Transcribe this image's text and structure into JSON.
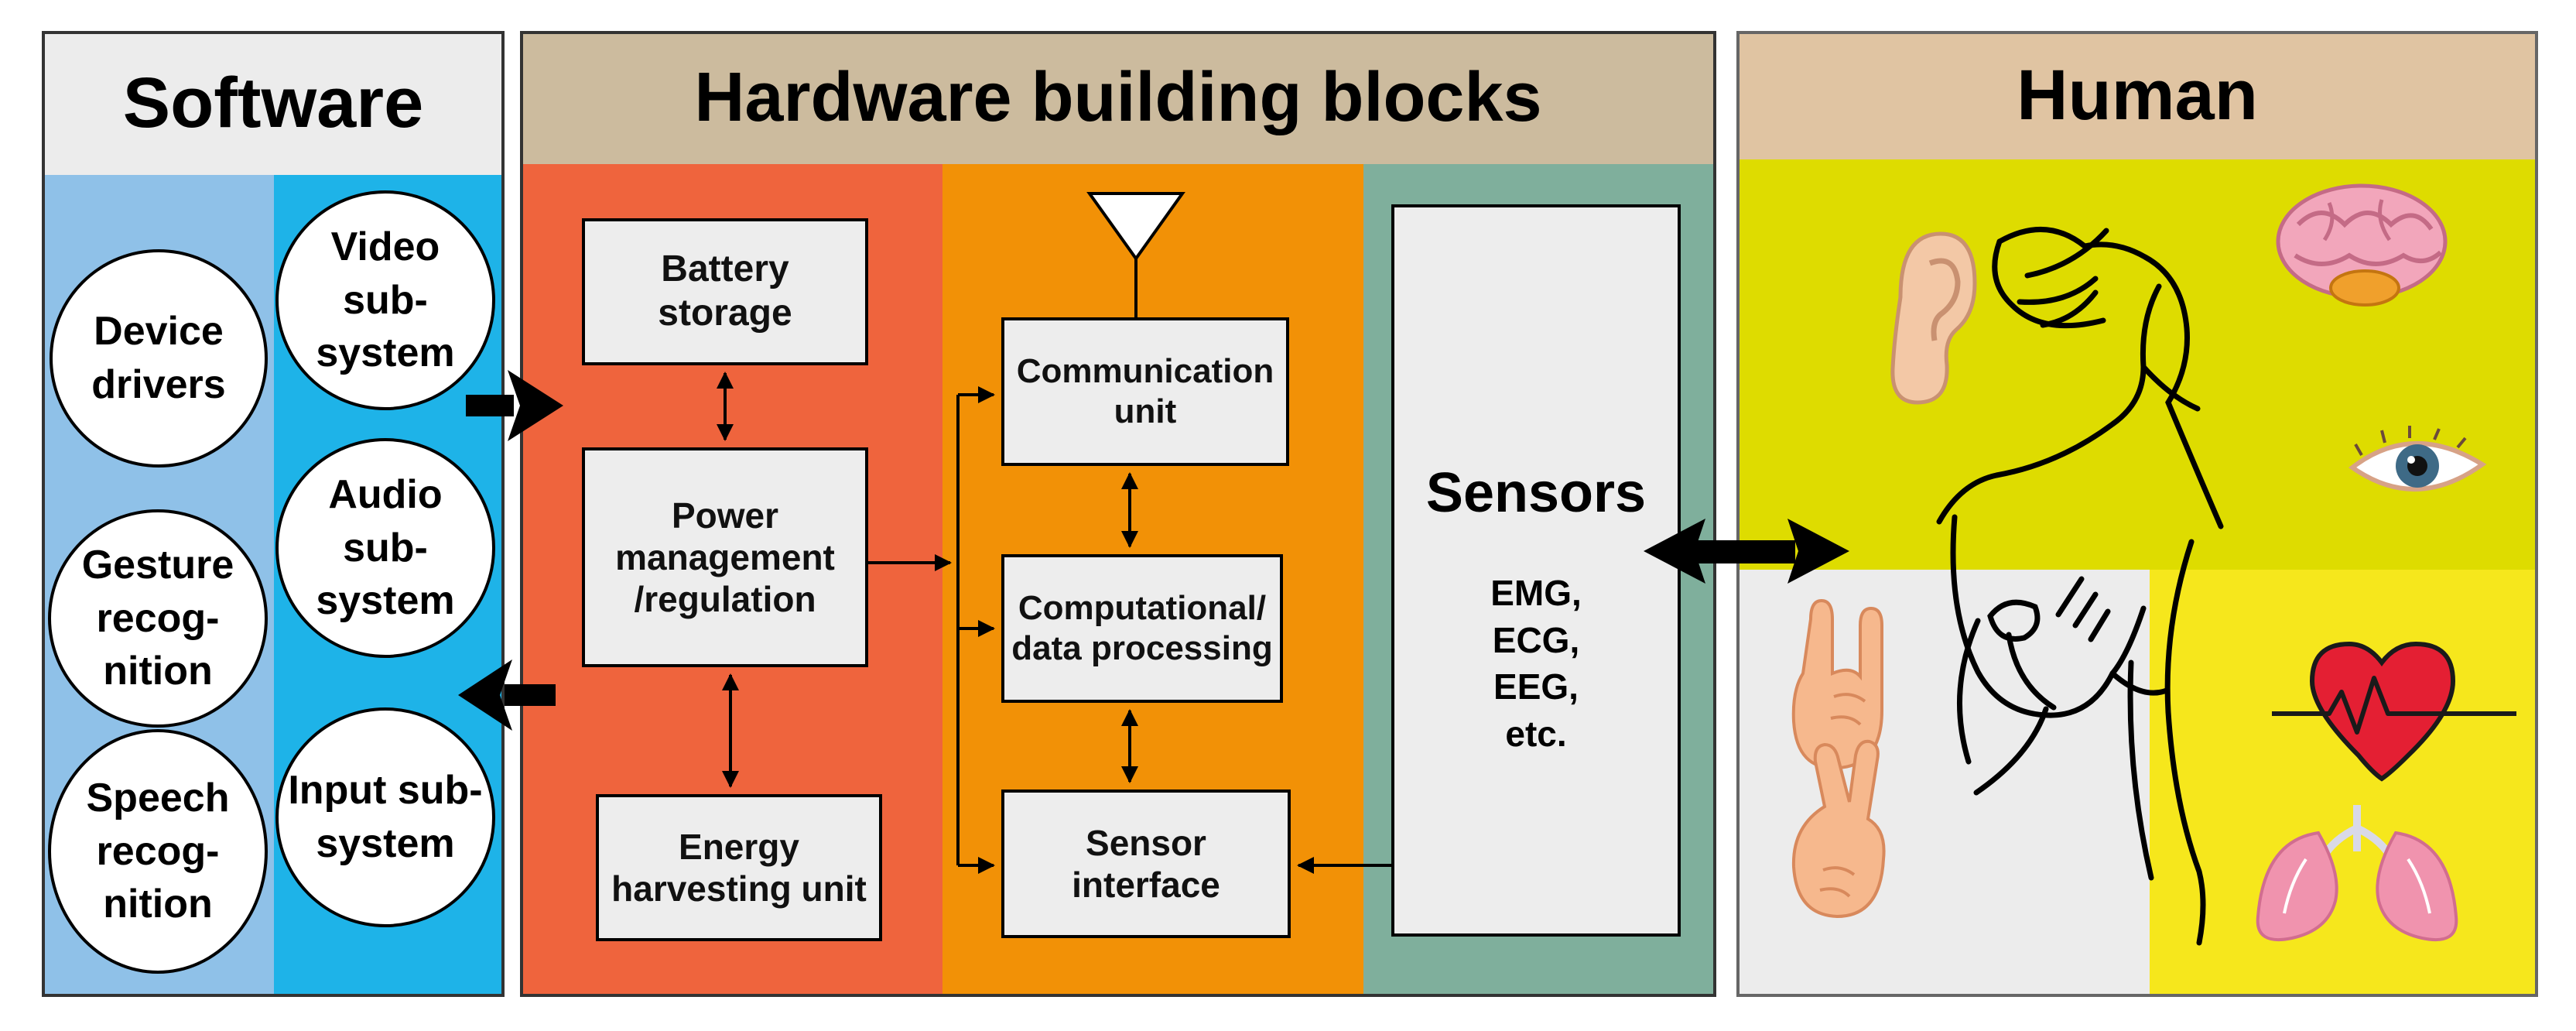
{
  "software": {
    "title": "Software",
    "device_drivers": "Device drivers",
    "gesture_recognition": "Gesture recog-nition",
    "speech_recognition": "Speech recog-nition",
    "video_subsystem": "Video sub-system",
    "audio_subsystem": "Audio sub-system",
    "input_subsystem": "Input sub-system"
  },
  "hardware": {
    "title": "Hardware building blocks",
    "battery_storage": "Battery storage",
    "power_management": "Power management /regulation",
    "energy_harvesting": "Energy harvesting unit",
    "communication_unit": "Communication unit",
    "computational": "Computational/ data processing",
    "sensor_interface": "Sensor interface",
    "sensors_title": "Sensors",
    "sensors_list": "EMG, ECG, EEG, etc."
  },
  "human": {
    "title": "Human"
  },
  "colors": {
    "software_header_bg": "#ececec",
    "software_left_bg": "#8fc1e8",
    "software_right_bg": "#1eb3e8",
    "hardware_header_bg": "#ccbb9e",
    "power_column_bg": "#ef643d",
    "processing_column_bg": "#f29106",
    "sensor_column_bg": "#7faf9c",
    "human_header_bg": "#e0c4a2",
    "human_top_bg": "#dedc00",
    "human_bottom_left_bg": "#ececec",
    "human_bottom_right_bg": "#f6e71c"
  },
  "icons": [
    "antenna-icon",
    "brain-icon",
    "ear-icon",
    "eye-icon",
    "heart-icon",
    "lungs-icon",
    "hand-rock-icon",
    "hand-peace-icon",
    "human-figure-icon"
  ]
}
